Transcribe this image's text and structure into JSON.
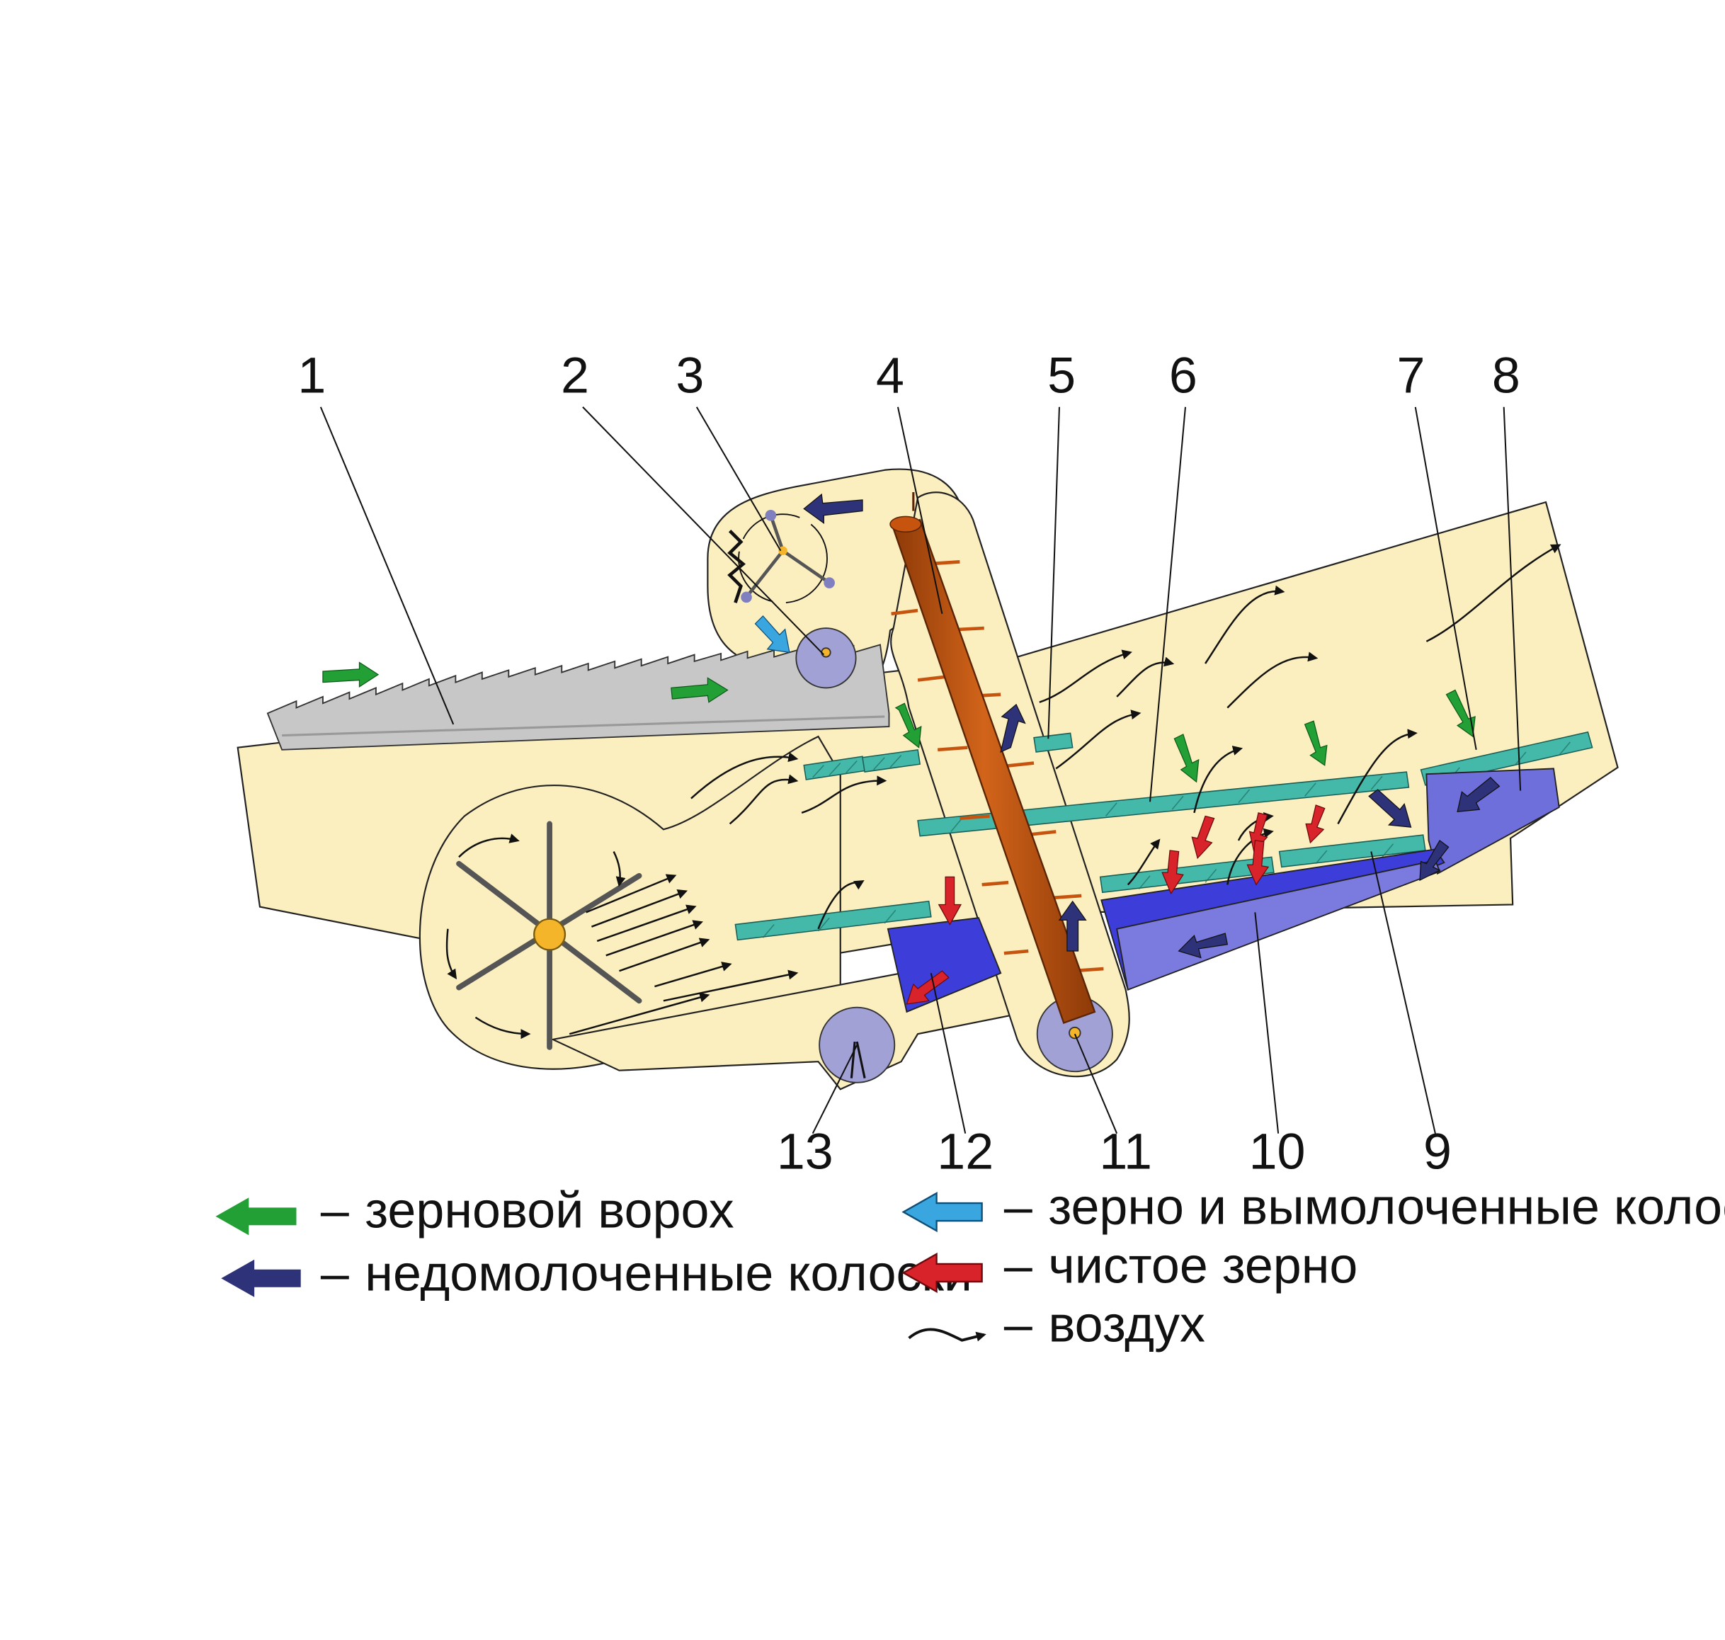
{
  "callouts": {
    "n1": "1",
    "n2": "2",
    "n3": "3",
    "n4": "4",
    "n5": "5",
    "n6": "6",
    "n7": "7",
    "n8": "8",
    "n9": "9",
    "n10": "10",
    "n11": "11",
    "n12": "12",
    "n13": "13"
  },
  "legend": {
    "grain_heap": {
      "dash": "–",
      "label": "зерновой ворох"
    },
    "unthreshed": {
      "dash": "–",
      "label": "недомолоченные  колоски"
    },
    "grain_and_ears": {
      "dash": "–",
      "label": "зерно и вымолоченные колоски"
    },
    "clean_grain": {
      "dash": "–",
      "label": "чистое зерно"
    },
    "air": {
      "dash": "–",
      "label": "воздух"
    }
  },
  "colors": {
    "body": "#fbefbf",
    "green_arrow": "#22a036",
    "navy_arrow": "#2e3278",
    "blue_arrow": "#3aa6e0",
    "red_arrow": "#d8232a",
    "sieve": "#45b9a9",
    "auger": "#a1a1d6",
    "elevator": "#c6540f",
    "bin_dark": "#3b3bd8",
    "bin_light": "#7272db",
    "hub": "#f5b52a"
  },
  "icons": {
    "grain_heap": "green-arrow-icon",
    "unthreshed": "navy-arrow-icon",
    "grain_and_ears": "blue-arrow-icon",
    "clean_grain": "red-arrow-icon",
    "air": "air-flow-icon"
  }
}
